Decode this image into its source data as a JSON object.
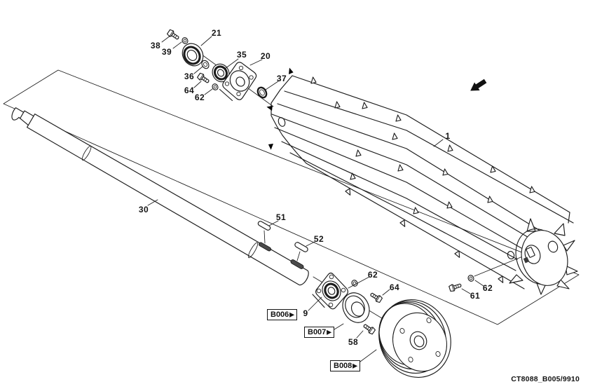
{
  "figure": {
    "code": "CT8088_B005/9910",
    "arrow_icon": "arrow-southwest"
  },
  "callouts": {
    "c1": "1",
    "c9": "9",
    "c20": "20",
    "c21": "21",
    "c30": "30",
    "c35": "35",
    "c36": "36",
    "c37": "37",
    "c38": "38",
    "c39": "39",
    "c51": "51",
    "c52": "52",
    "c58": "58",
    "c61": "61",
    "c62": "62",
    "c64": "64"
  },
  "ref_boxes": {
    "marker": "▶",
    "b006": {
      "label": "B006"
    },
    "b007": {
      "label": "B007"
    },
    "b008": {
      "label": "B008"
    }
  }
}
